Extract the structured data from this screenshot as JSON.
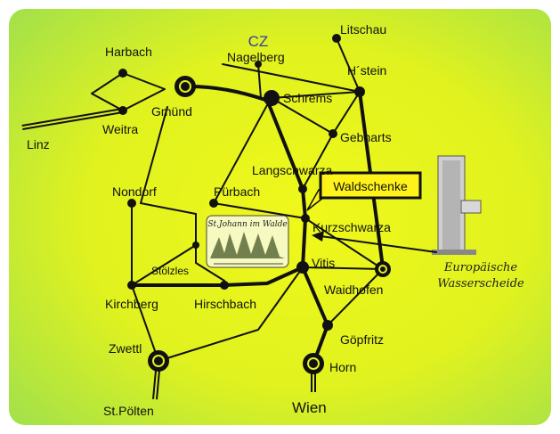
{
  "map": {
    "country_label": "CZ",
    "callout_label": "Waldschenke",
    "inset_label": "St.Johann im Walde",
    "monument_label_lines": [
      "Europäische",
      "Wasserscheide"
    ],
    "colors": {
      "background_left": "#9ee04a",
      "background_center": "#e8f51a",
      "road": "#111111",
      "callout_fill": "#fff31a",
      "forest": "#ffffff"
    },
    "places": {
      "litschau": "Litschau",
      "harbach": "Harbach",
      "nagelberg": "Nagelberg",
      "hstein": "H´stein",
      "gmuend": "Gmünd",
      "schrems": "Schrems",
      "weitra": "Weitra",
      "linz": "Linz",
      "gebharts": "Gebharts",
      "langschwarza": "Langschwarza",
      "nondorf": "Nondorf",
      "puerbach": "Pürbach",
      "kurzschwarza": "Kurzschwarza",
      "stoelzles": "Stölzles",
      "vitis": "Vitis",
      "waidhofen": "Waidhofen",
      "kirchberg": "Kirchberg",
      "hirschbach": "Hirschbach",
      "goepfritz": "Göpfritz",
      "zwettl": "Zwettl",
      "horn": "Horn",
      "stpoelten": "St.Pölten",
      "wien": "Wien"
    }
  }
}
